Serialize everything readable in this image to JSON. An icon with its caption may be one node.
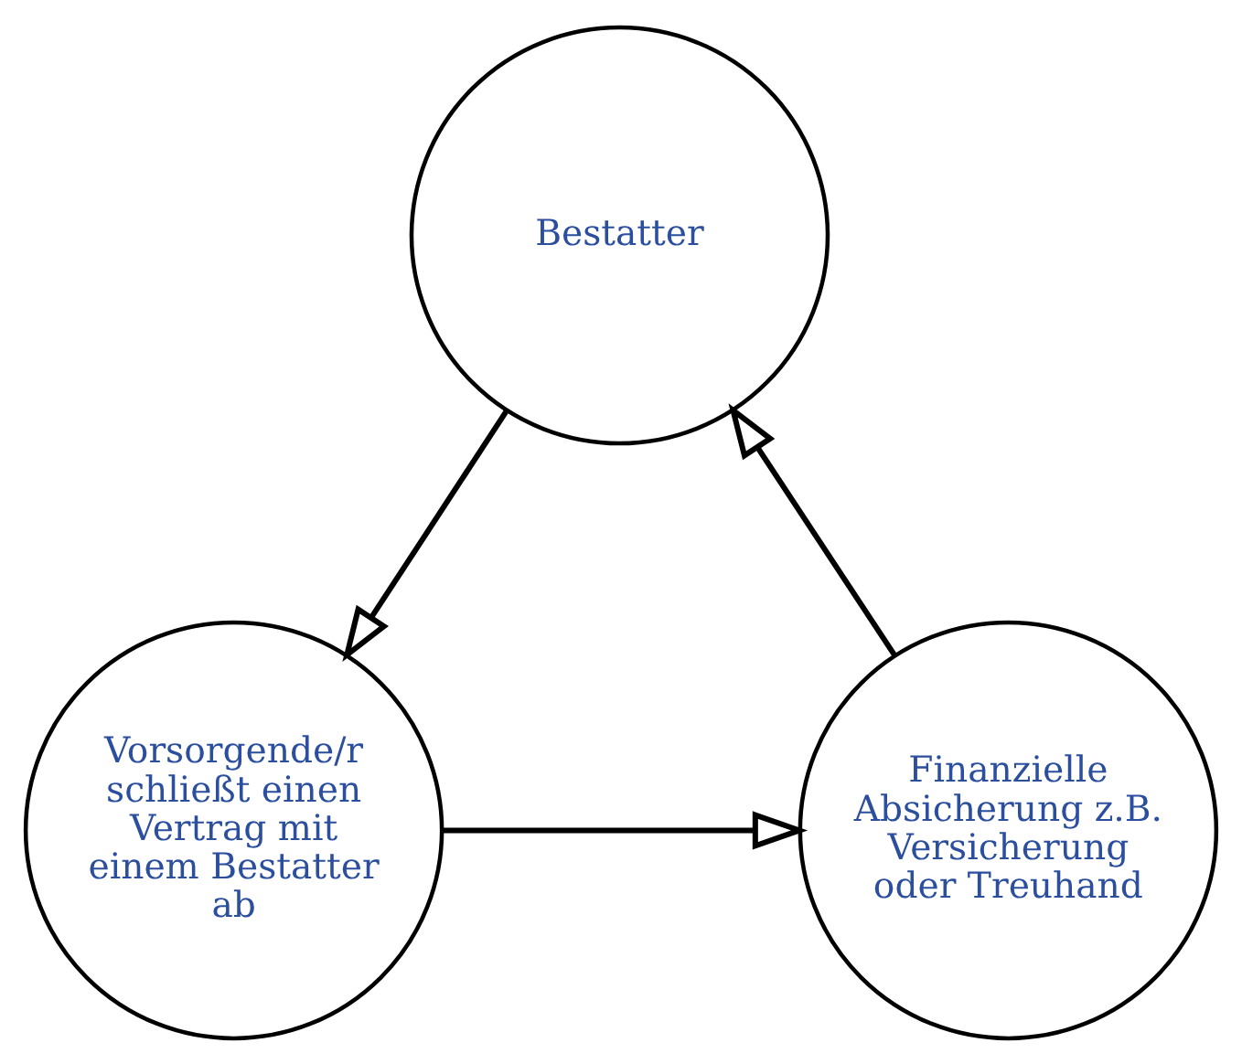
{
  "diagram": {
    "nodes": [
      {
        "text": [
          "Bestatter"
        ]
      },
      {
        "text": [
          "Vorsorgende/r schließt einen Vertrag mit einem Bestatter ab"
        ]
      },
      {
        "text": [
          "Finanzielle Absicherung z.B. Versicherung oder Treuhand"
        ]
      }
    ],
    "edges": [
      {
        "from": 0,
        "to": 1,
        "arrow": "to"
      },
      {
        "from": 1,
        "to": 2,
        "arrow": "to"
      },
      {
        "from": 2,
        "to": 0,
        "arrow": "to"
      }
    ]
  }
}
